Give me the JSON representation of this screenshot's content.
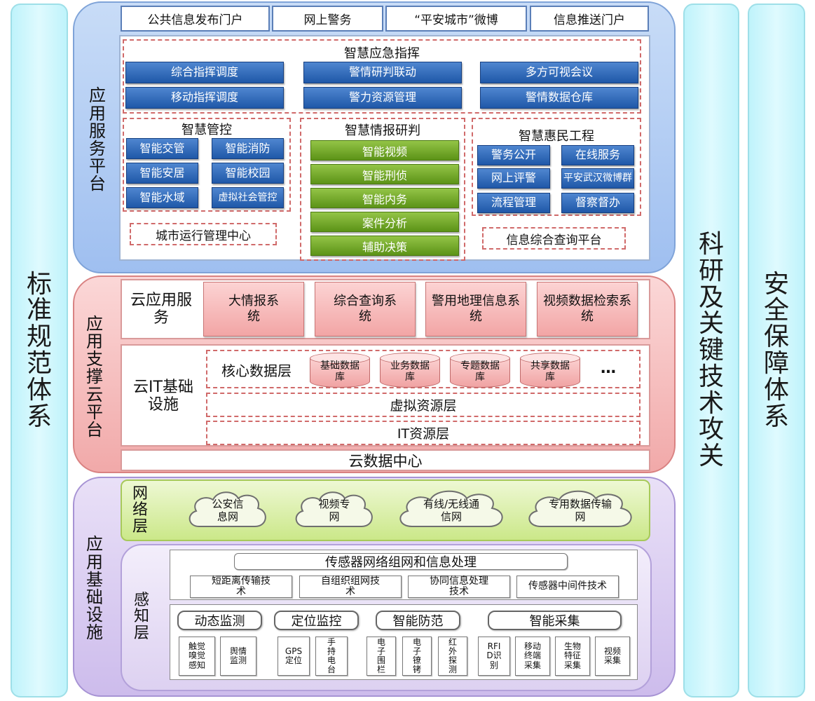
{
  "pillars": {
    "left": "标准规范体系",
    "right_inner": "科研及关键技术攻关",
    "right_outer": "安全保障体系"
  },
  "app_service": {
    "title": "应用服务平台",
    "portals": [
      "公共信息发布门户",
      "网上警务",
      "“平安城市”微博",
      "信息推送门户"
    ],
    "emergency": {
      "title": "智慧应急指挥",
      "buttons": [
        "综合指挥调度",
        "警情研判联动",
        "多方可视会议",
        "移动指挥调度",
        "警力资源管理",
        "警情数据仓库"
      ]
    },
    "control": {
      "title": "智慧管控",
      "buttons": [
        "智能交管",
        "智能消防",
        "智能安居",
        "智能校园",
        "智能水域",
        "虚拟社会管控"
      ],
      "center": "城市运行管理中心"
    },
    "intel": {
      "title": "智慧情报研判",
      "buttons": [
        "智能视频",
        "智能刑侦",
        "智能内务",
        "案件分析",
        "辅助决策"
      ]
    },
    "citizen": {
      "title": "智慧惠民工程",
      "buttons": [
        "警务公开",
        "在线服务",
        "网上评警",
        "平安武汉微博群",
        "流程管理",
        "督察督办"
      ],
      "query": "信息综合查询平台"
    }
  },
  "cloud_platform": {
    "title": "应用支撑云平台",
    "cloud_app_label": "云应用服务",
    "apps": [
      "大情报系统",
      "综合查询系统",
      "警用地理信息系统",
      "视频数据检索系统"
    ],
    "it_label": "云IT基础设施",
    "core_label": "核心数据层",
    "databases": [
      "基础数据库",
      "业务数据库",
      "专题数据库",
      "共享数据库"
    ],
    "ellipsis": "…",
    "virtual": "虚拟资源层",
    "it_resource": "IT资源层",
    "datacenter": "云数据中心"
  },
  "infra": {
    "title": "应用基础设施",
    "network_label": "网络层",
    "networks": [
      "公安信息网",
      "视频专网",
      "有线/无线通信网",
      "专用数据传输网"
    ],
    "sensing_label": "感知层",
    "sensor_net": "传感器网络组网和信息处理",
    "techs": [
      "短距离传输技术",
      "自组织组网技术",
      "协同信息处理技术",
      "传感器中间件技术"
    ],
    "groups": [
      "动态监测",
      "定位监控",
      "智能防范",
      "智能采集"
    ],
    "sensors": [
      "触觉嗅觉感知",
      "舆情监测",
      "GPS定位",
      "手持电台",
      "电子围栏",
      "电子镣铐",
      "红外探测",
      "RFID识别",
      "移动终端采集",
      "生物特征采集",
      "视频采集"
    ]
  }
}
